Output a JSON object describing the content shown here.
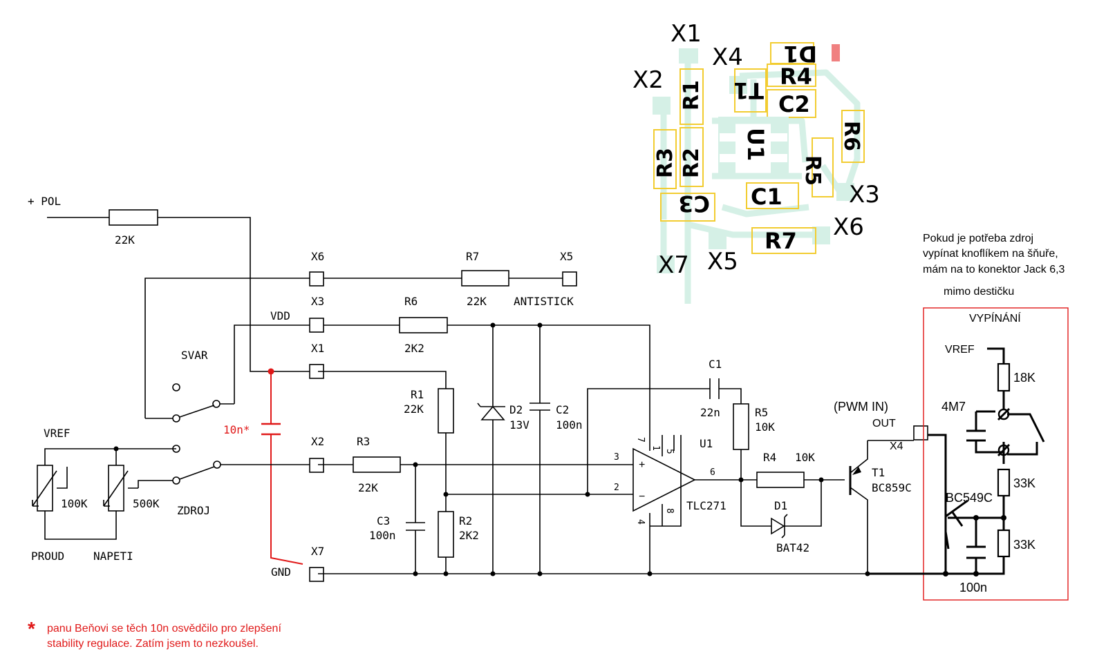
{
  "pcb": {
    "labels": [
      "X1",
      "X2",
      "X4",
      "X3",
      "X6",
      "X7",
      "X5"
    ],
    "parts": [
      "D1",
      "R4",
      "R1",
      "T1",
      "C2",
      "U1",
      "R6",
      "R3",
      "R2",
      "R5",
      "C1",
      "C3",
      "R7"
    ]
  },
  "schematic": {
    "pol": "+ POL",
    "r_pol": "22K",
    "x6": "X6",
    "r7": "R7",
    "r7_val": "22K",
    "x5": "X5",
    "antistick": "ANTISTICK",
    "x3": "X3",
    "vdd": "VDD",
    "r6": "R6",
    "r6_val": "2K2",
    "x1": "X1",
    "svar": "SVAR",
    "r1": "R1",
    "r1_val": "22K",
    "d2": "D2",
    "d2_val": "13V",
    "c2": "C2",
    "c2_val": "100n",
    "c_star": "10n*",
    "x2": "X2",
    "r3": "R3",
    "r3_val": "22K",
    "c3": "C3",
    "c3_val": "100n",
    "r2": "R2",
    "r2_val": "2K2",
    "x7": "X7",
    "gnd": "GND",
    "vref": "VREF",
    "pot1": "100K",
    "pot2": "500K",
    "zdroj": "ZDROJ",
    "proud": "PROUD",
    "napeti": "NAPETI",
    "c1": "C1",
    "c1_val": "22n",
    "r5": "R5",
    "r5_val": "10K",
    "u1": "U1",
    "u1_type": "TLC271",
    "pin7": "7",
    "pin1": "1",
    "pin5": "5",
    "pin3": "3",
    "pin2": "2",
    "pin6": "6",
    "pin4": "4",
    "pin8": "8",
    "r4": "R4",
    "r4_val": "10K",
    "d1": "D1",
    "d1_val": "BAT42",
    "pwm_in": "(PWM IN)",
    "out": "OUT",
    "x4": "X4",
    "t1": "T1",
    "t1_type": "BC859C"
  },
  "off_board": {
    "note_line1": "Pokud je potřeba zdroj",
    "note_line2": "vypínat knoflíkem na šňuře,",
    "note_line3": "mám na to konektor Jack 6,3",
    "note_line4": "mimo destičku",
    "title": "VYPÍNÁNÍ",
    "vref": "VREF",
    "r_18k": "18K",
    "c_4m7": "4M7",
    "r_33k_top": "33K",
    "transistor": "BC549C",
    "r_33k_bottom": "33K",
    "c_100n": "100n"
  },
  "footnote": {
    "star": "*",
    "line1": "panu Beňovi se těch 10n osvědčilo pro zlepšení",
    "line2": "stability regulace. Zatím jsem to nezkoušel."
  },
  "colors": {
    "pcb_track": "#d5f0e6",
    "pcb_outline": "#f2cc30",
    "red": "#e01818"
  }
}
